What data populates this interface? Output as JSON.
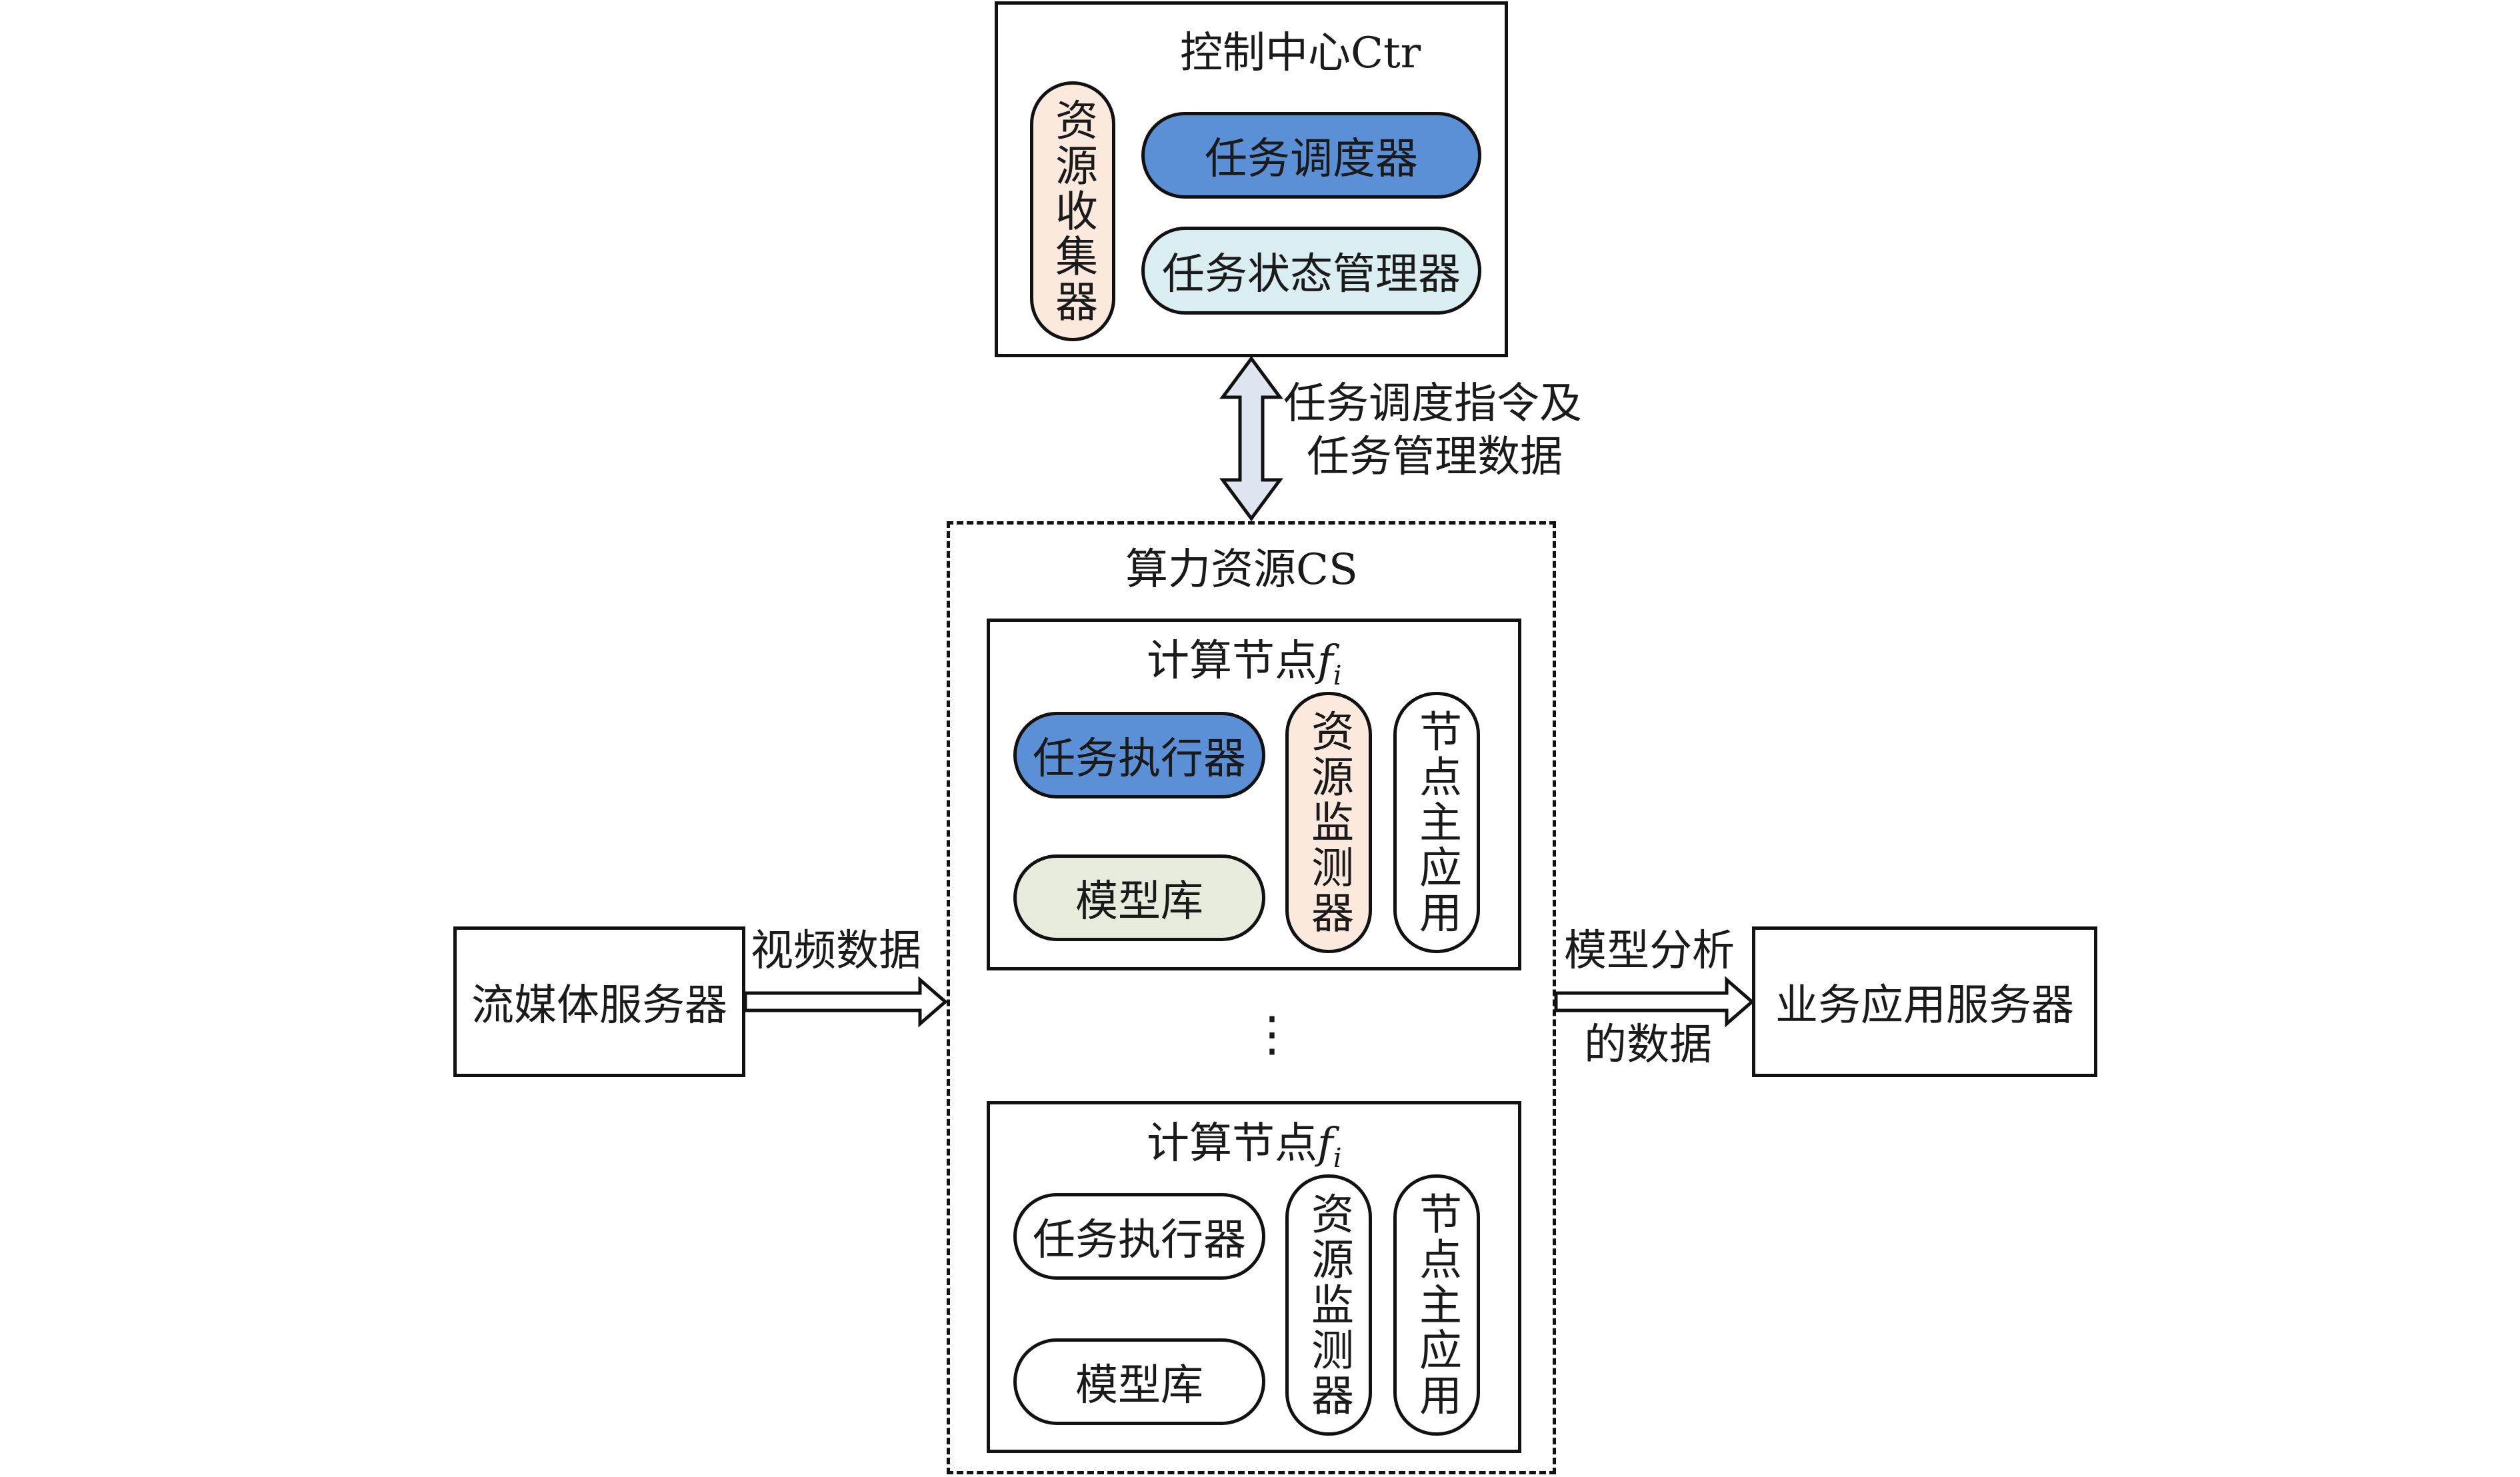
{
  "control_center": {
    "title": "控制中心Ctr",
    "resource_collector": "资源收集器",
    "task_scheduler": "任务调度器",
    "task_state_manager": "任务状态管理器"
  },
  "link_ctr_cs": {
    "line1": "任务调度指令及",
    "line2": "任务管理数据"
  },
  "compute_resource": {
    "title": "算力资源CS",
    "ellipsis": "⋮",
    "nodes": [
      {
        "title_prefix": "计算节点",
        "title_var": "f",
        "title_sub": "i",
        "task_executor": "任务执行器",
        "model_library": "模型库",
        "resource_monitor": "资源监测器",
        "node_main_app": "节点主应用"
      },
      {
        "title_prefix": "计算节点",
        "title_var": "f",
        "title_sub": "i",
        "task_executor": "任务执行器",
        "model_library": "模型库",
        "resource_monitor": "资源监测器",
        "node_main_app": "节点主应用"
      }
    ]
  },
  "streaming_server": {
    "label": "流媒体服务器"
  },
  "video_link": {
    "label": "视频数据"
  },
  "app_server": {
    "label": "业务应用服务器"
  },
  "result_link": {
    "line1": "模型分析",
    "line2": "的数据"
  },
  "colors": {
    "scheduler_blue": "#5b8fd6",
    "collector_peach": "#fbe9de",
    "state_cyan": "#daeef2",
    "model_sage": "#e6ecdb",
    "arrow_fill": "#dfe6f2"
  }
}
